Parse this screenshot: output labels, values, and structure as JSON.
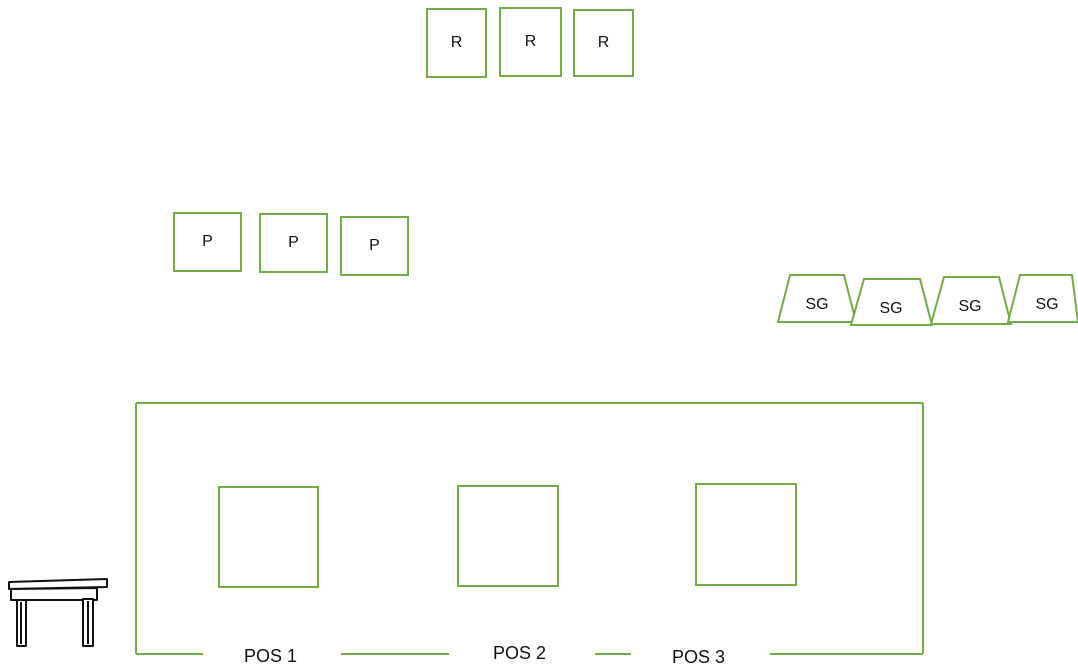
{
  "colors": {
    "outline": "#70ad47",
    "text": "#111111",
    "background": "#ffffff"
  },
  "r_boxes": [
    {
      "label": "R"
    },
    {
      "label": "R"
    },
    {
      "label": "R"
    }
  ],
  "p_boxes": [
    {
      "label": "P"
    },
    {
      "label": "P"
    },
    {
      "label": "P"
    }
  ],
  "sg_shapes": [
    {
      "label": "SG"
    },
    {
      "label": "SG"
    },
    {
      "label": "SG"
    },
    {
      "label": "SG"
    }
  ],
  "positions": [
    {
      "label": "POS 1"
    },
    {
      "label": "POS 2"
    },
    {
      "label": "POS 3"
    }
  ],
  "icons": {
    "table": "table-icon"
  }
}
